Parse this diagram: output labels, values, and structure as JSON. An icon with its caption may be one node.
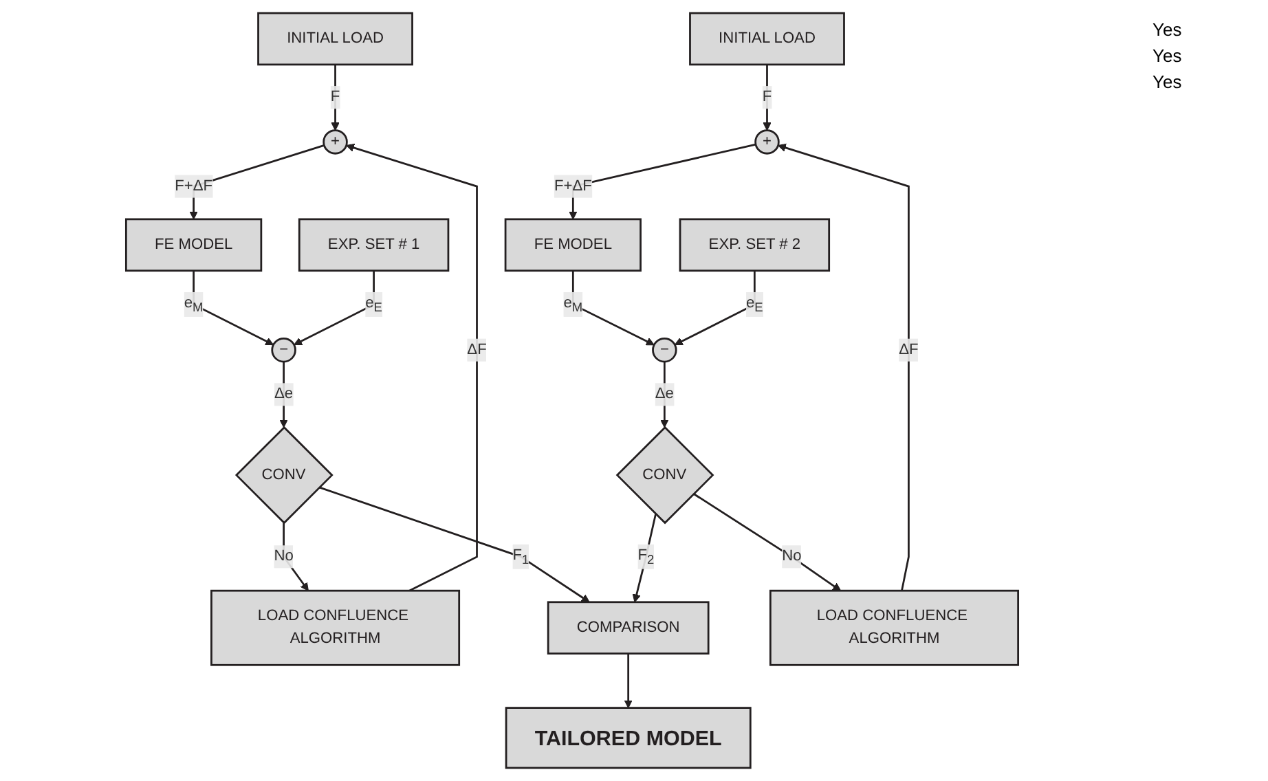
{
  "diagram": {
    "nodes": [
      {
        "text": [
          "INITIAL LOAD"
        ]
      },
      {
        "text": [
          "+"
        ]
      },
      {
        "text": [
          "FE MODEL"
        ]
      },
      {
        "text": [
          "−"
        ]
      },
      {
        "text": [
          "EXP. SET # 1"
        ]
      },
      {
        "text": [
          "CONV"
        ]
      },
      {
        "text": [
          "LOAD CONFLUENCE ALGORITHM"
        ]
      },
      {
        "text": [
          "COMPARISON"
        ]
      },
      {
        "text": [
          "TAILORED MODEL"
        ]
      },
      {
        "text": [
          "INITIAL LOAD"
        ]
      },
      {
        "text": [
          "+"
        ]
      },
      {
        "text": [
          "LOAD CONFLUENCE ALGORITHM"
        ]
      },
      {
        "text": [
          "FE MODEL"
        ]
      },
      {
        "text": [
          "CONV"
        ]
      },
      {
        "text": [
          "−"
        ]
      },
      {
        "text": [
          "EXP. SET # 2"
        ]
      }
    ],
    "edges": [
      {
        "from": 0,
        "to": 1,
        "arrow": "to",
        "label": "F"
      },
      {
        "from": 1,
        "to": 2,
        "arrow": "to",
        "label": "F+ΔF"
      },
      {
        "from": 2,
        "to": 3,
        "arrow": "to",
        "label": "e$_{M}$"
      },
      {
        "from": 4,
        "to": 3,
        "arrow": "to",
        "label": "e$_{E}$"
      },
      {
        "from": 3,
        "to": 5,
        "arrow": "to",
        "label": "Δe"
      },
      {
        "from": 5,
        "to": 6,
        "arrow": "to",
        "label": "No"
      },
      {
        "from": 6,
        "to": 1,
        "arrow": "to",
        "label": "ΔF"
      },
      {
        "from": 5,
        "to": 7,
        "arrow": "to",
        "label": "F$_{1}$"
      },
      {
        "from": 7,
        "to": 8,
        "arrow": "to"
      },
      {
        "from": 9,
        "to": 10,
        "arrow": "to",
        "label": "F"
      },
      {
        "from": 11,
        "to": 10,
        "arrow": "to",
        "label": "ΔF"
      },
      {
        "from": 10,
        "to": 12,
        "arrow": "to",
        "label": "F+ΔF"
      },
      {
        "from": 12,
        "to": 14,
        "arrow": "to",
        "label": "e$_{M}$"
      },
      {
        "from": 15,
        "to": 14,
        "arrow": "to",
        "label": "e$_{E}$"
      },
      {
        "from": 14,
        "to": 13,
        "arrow": "to",
        "label": "Δe"
      },
      {
        "from": 13,
        "to": 11,
        "arrow": "to",
        "label": "No"
      },
      {
        "from": 13,
        "to": 7,
        "arrow": "to",
        "label": "F$_{2}$"
      }
    ],
    "labels": [
      "Yes",
      "Yes",
      "Yes"
    ]
  }
}
